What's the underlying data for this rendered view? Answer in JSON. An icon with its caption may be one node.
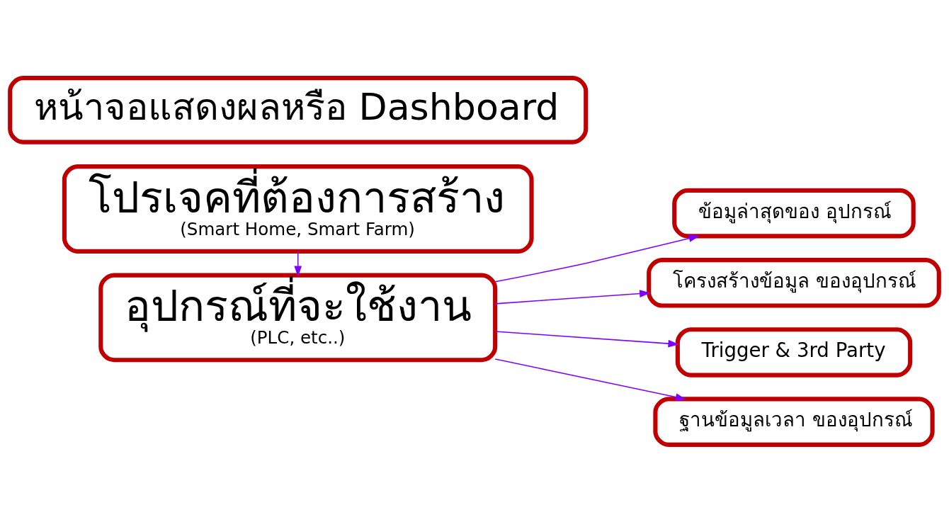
{
  "diagram": {
    "nodes": [
      {
        "text": [
          "โปรเจคที่ต้องการสร้าง",
          "(Smart Home, Smart Farm)"
        ]
      },
      {
        "text": [
          "อุปกรณ์ที่จะใช้งาน",
          "(PLC, etc..)"
        ]
      },
      {
        "text": [
          "หน้าจอแสดงผลหรือ Dashboard"
        ]
      },
      {
        "text": [
          "ข้อมูล่าสุดของ อุปกรณ์"
        ]
      },
      {
        "text": [
          "โครงสร้างข้อมูล ของอุปกรณ์"
        ]
      },
      {
        "text": [
          "Trigger & 3rd Party"
        ]
      },
      {
        "text": [
          "ฐานข้อมูลเวลา ของอุปกรณ์"
        ]
      }
    ],
    "edges": [
      {
        "from": 0,
        "to": 1,
        "arrow": "to"
      },
      {
        "from": 1,
        "to": 3,
        "arrow": "to"
      },
      {
        "from": 1,
        "to": 4,
        "arrow": "to"
      },
      {
        "from": 1,
        "to": 5,
        "arrow": "to"
      },
      {
        "from": 1,
        "to": 6,
        "arrow": "to"
      }
    ]
  }
}
